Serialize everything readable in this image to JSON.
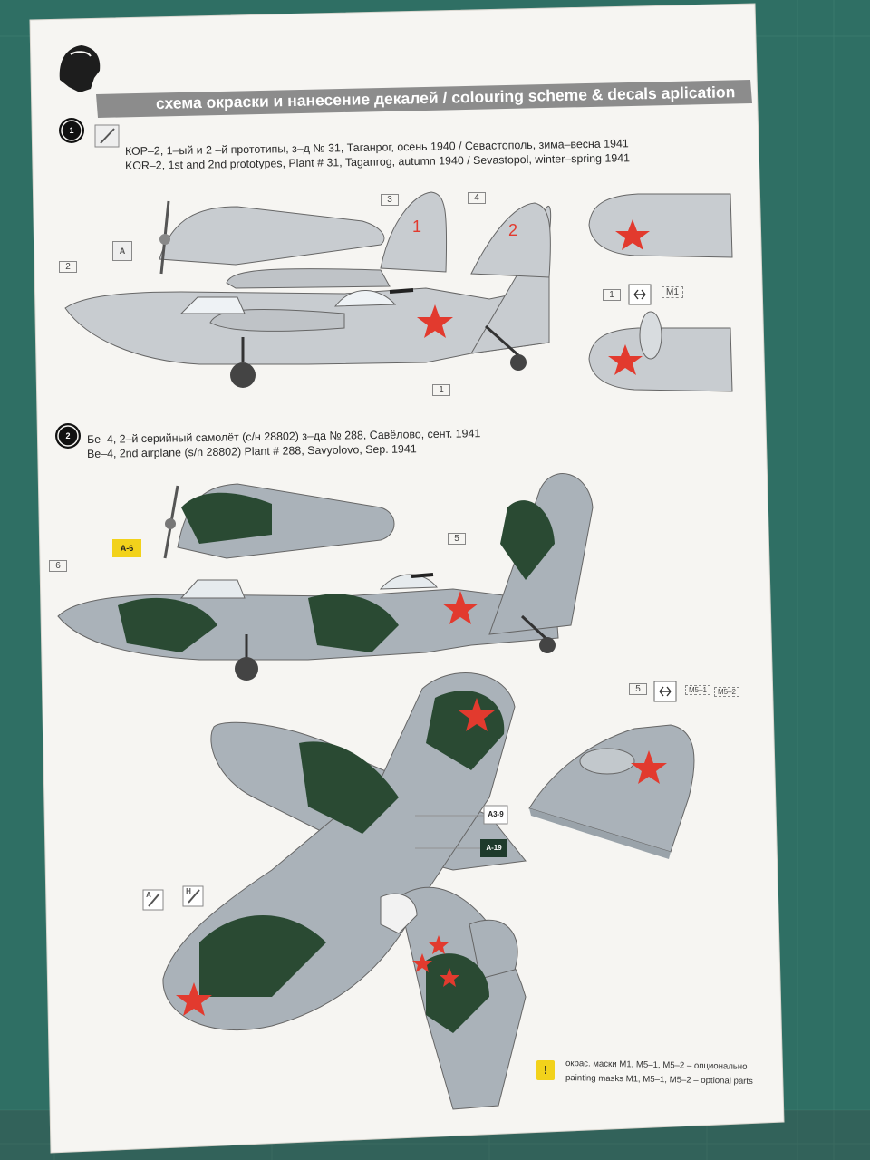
{
  "header": {
    "banner_text": "схема окраски и нанесение декалей / colouring scheme & decals aplication"
  },
  "profile_1": {
    "number": "1",
    "caption_ru": "КОР–2, 1–ый и 2 –й прототипы, з–д № 31, Таганрог, осень 1940 / Севастополь, зима–весна 1941",
    "caption_en": "KOR–2, 1st and 2nd prototypes, Plant # 31, Taganrog, autumn 1940 / Sevastopol, winter–spring 1941",
    "tail_numbers": [
      "1",
      "2"
    ],
    "refs": {
      "r1": "1",
      "r2": "2",
      "r3": "3",
      "r4": "4",
      "r1b": "1",
      "m1": "M1"
    },
    "paint_badge": "A"
  },
  "profile_2": {
    "number": "2",
    "caption_ru": "Бе–4, 2–й серийный самолёт (с/н 28802) з–да № 288, Савёлово, сент. 1941",
    "caption_en": "Be–4, 2nd airplane (s/n 28802) Plant # 288, Savyolovo, Sep. 1941",
    "colour_badge": "A-6",
    "refs": {
      "r5": "5",
      "r6": "6",
      "r5b": "5",
      "m51": "M5–1",
      "m52": "M5–2"
    },
    "colour_chips": [
      "A3-9",
      "A-19"
    ],
    "paint_badges": [
      "A",
      "H"
    ]
  },
  "footer_note": {
    "line_ru": "окрас. маски M1, M5–1, M5–2 – опционально",
    "line_en": "painting masks M1, M5–1, M5–2 – optional parts",
    "icon_glyph": "!"
  },
  "colors": {
    "mat": "#2f6f64",
    "paper": "#f6f5f2",
    "light_grey": "#bfc3c7",
    "camo_grey": "#aab2b9",
    "camo_green": "#2a4a33",
    "star_red": "#e23a2e",
    "banner_grey": "#8c8c8c",
    "yellow_chip": "#f2d21b"
  }
}
